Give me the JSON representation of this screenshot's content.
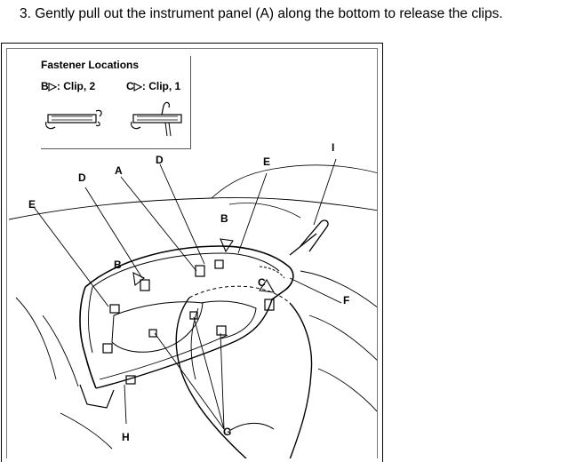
{
  "instruction": {
    "text": "3. Gently pull out the instrument panel (A) along the bottom to release the clips."
  },
  "legend": {
    "title": "Fastener Locations",
    "clip_b": "B▷: Clip, 2",
    "clip_c": "C▷: Clip, 1"
  },
  "callouts": {
    "a": "A",
    "b_upper": "B",
    "b_left": "B",
    "c": "C",
    "d_left": "D",
    "d_top": "D",
    "e_left": "E",
    "e_top": "E",
    "f": "F",
    "g": "G",
    "h": "H",
    "i": "I"
  }
}
